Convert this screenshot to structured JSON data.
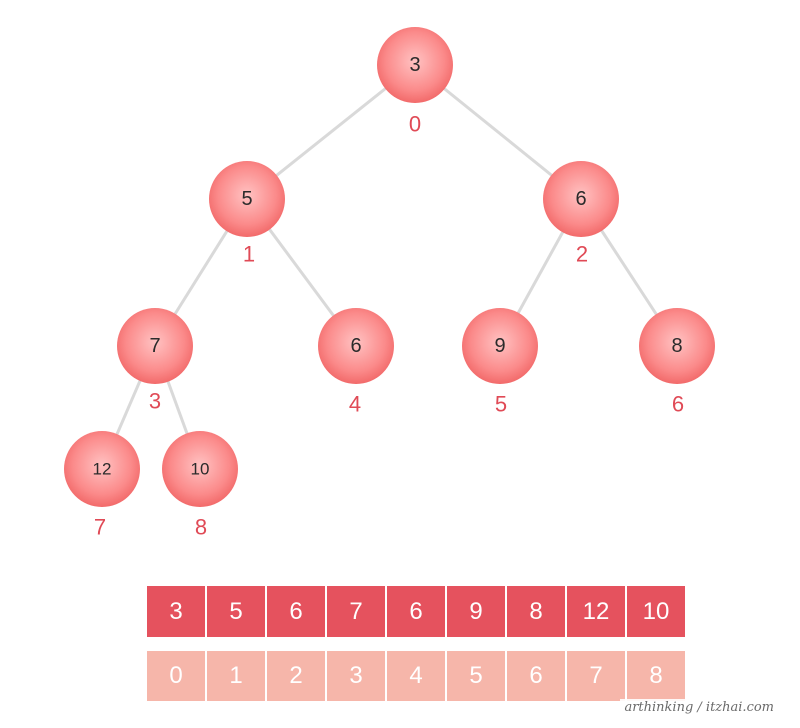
{
  "tree": {
    "nodes": [
      {
        "value": "3",
        "index": "0"
      },
      {
        "value": "5",
        "index": "1"
      },
      {
        "value": "6",
        "index": "2"
      },
      {
        "value": "7",
        "index": "3"
      },
      {
        "value": "6",
        "index": "4"
      },
      {
        "value": "9",
        "index": "5"
      },
      {
        "value": "8",
        "index": "6"
      },
      {
        "value": "12",
        "index": "7"
      },
      {
        "value": "10",
        "index": "8"
      }
    ],
    "edges": [
      [
        0,
        1
      ],
      [
        0,
        2
      ],
      [
        1,
        3
      ],
      [
        1,
        4
      ],
      [
        2,
        5
      ],
      [
        2,
        6
      ],
      [
        3,
        7
      ],
      [
        3,
        8
      ]
    ]
  },
  "array": {
    "values": [
      "3",
      "5",
      "6",
      "7",
      "6",
      "9",
      "8",
      "12",
      "10"
    ],
    "indices": [
      "0",
      "1",
      "2",
      "3",
      "4",
      "5",
      "6",
      "7",
      "8"
    ]
  },
  "colors": {
    "node_center": "#ffc0c0",
    "node_edge": "#f46a6a",
    "value_cell": "#e5525e",
    "index_cell": "#f6b6aa",
    "index_label": "#e04a56"
  },
  "watermark": "arthinking / itzhai.com"
}
